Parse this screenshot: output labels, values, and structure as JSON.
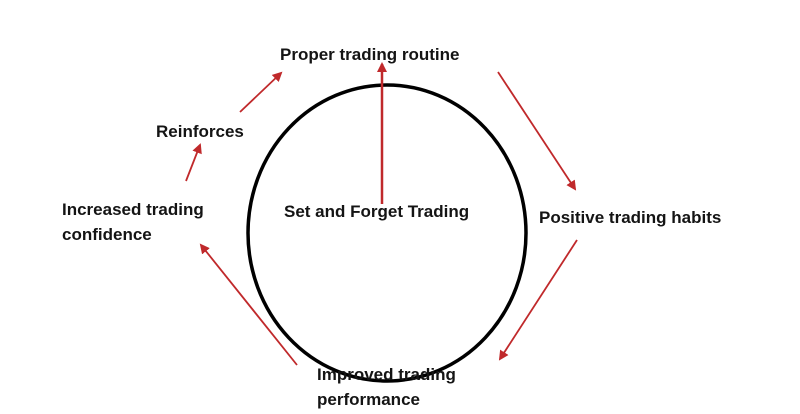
{
  "title": "",
  "colors": {
    "arrow": "#c0292b",
    "circle": "#000000",
    "text": "#141414",
    "background": "#ffffff"
  },
  "labels": {
    "center": "Set and Forget Trading",
    "top": "Proper trading routine",
    "right": "Positive trading habits",
    "bottom": "Improved trading\nperformance",
    "left": "Increased trading\nconfidence",
    "upper_left": "Reinforces"
  }
}
